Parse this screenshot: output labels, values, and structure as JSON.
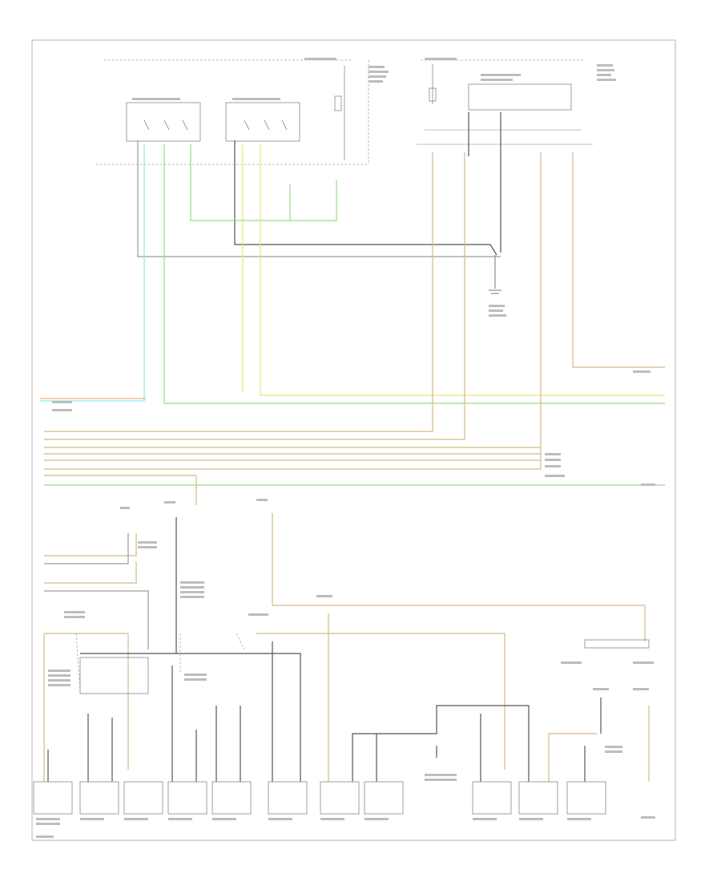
{
  "diagram": {
    "connectors": [
      {
        "id": "c1"
      },
      {
        "id": "c2"
      },
      {
        "id": "c3"
      },
      {
        "id": "c4"
      },
      {
        "id": "c5"
      },
      {
        "id": "c6"
      },
      {
        "id": "c7"
      },
      {
        "id": "c8"
      },
      {
        "id": "c9"
      },
      {
        "id": "c10"
      },
      {
        "id": "c11"
      },
      {
        "id": "c12"
      }
    ]
  },
  "colors": {
    "tan": "#d4b987",
    "yellow": "#e8e47a",
    "green": "#9bd98c",
    "cyan": "#8fe6ee",
    "orange": "#f0b27a",
    "gray": "#9a9a9a",
    "dark": "#555555"
  }
}
